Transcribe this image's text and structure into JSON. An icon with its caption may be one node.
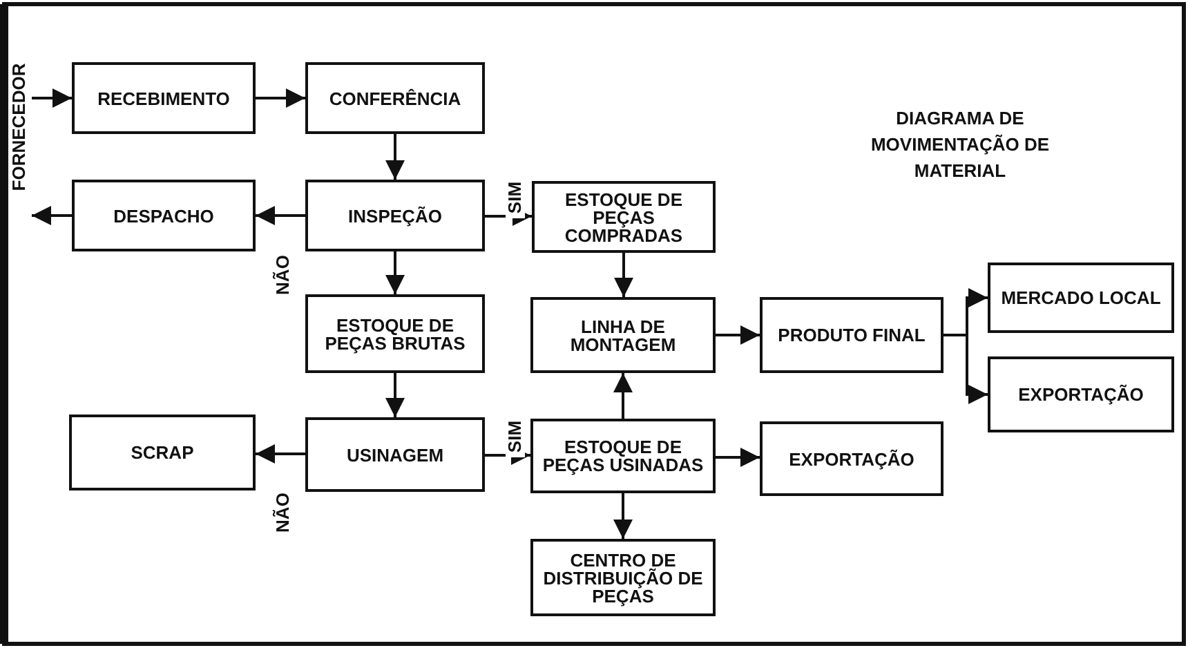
{
  "diagram": {
    "title": "DIAGRAMA DE MOVIMENTAÇÃO DE MATERIAL",
    "nodes": [
      {
        "text": [
          "FORNECEDOR"
        ]
      },
      {
        "text": [
          "RECEBIMENTO"
        ]
      },
      {
        "text": [
          "CONFERÊNCIA"
        ]
      },
      {
        "text": [
          "INSPEÇÃO"
        ]
      },
      {
        "text": [
          "DESPACHO"
        ]
      },
      {
        "text": [
          "ESTOQUE DE PEÇAS COMPRADAS"
        ]
      },
      {
        "text": [
          "ESTOQUE DE PEÇAS BRUTAS"
        ]
      },
      {
        "text": [
          "LINHA DE MONTAGEM"
        ]
      },
      {
        "text": [
          "PRODUTO FINAL"
        ]
      },
      {
        "text": [
          "MERCADO LOCAL"
        ]
      },
      {
        "text": [
          "EXPORTAÇÃO"
        ]
      },
      {
        "text": [
          "SCRAP"
        ]
      },
      {
        "text": [
          "USINAGEM"
        ]
      },
      {
        "text": [
          "ESTOQUE DE PEÇAS USINADAS"
        ]
      },
      {
        "text": [
          "EXPORTAÇÃO"
        ]
      },
      {
        "text": [
          "CENTRO DE DISTRIBUIÇÃO DE PEÇAS"
        ]
      }
    ],
    "edges": [
      {
        "from": 0,
        "to": 1,
        "arrow": "to"
      },
      {
        "from": 1,
        "to": 2,
        "arrow": "to"
      },
      {
        "from": 2,
        "to": 3,
        "arrow": "to"
      },
      {
        "from": 3,
        "to": 4,
        "arrow": "to",
        "label": "NÃO"
      },
      {
        "from": 4,
        "to": 0,
        "arrow": "to"
      },
      {
        "from": 3,
        "to": 5,
        "arrow": "to",
        "label": "SIM"
      },
      {
        "from": 3,
        "to": 6,
        "arrow": "to"
      },
      {
        "from": 5,
        "to": 7,
        "arrow": "to"
      },
      {
        "from": 6,
        "to": 12,
        "arrow": "to"
      },
      {
        "from": 12,
        "to": 11,
        "arrow": "to",
        "label": "NÃO"
      },
      {
        "from": 12,
        "to": 13,
        "arrow": "to",
        "label": "SIM"
      },
      {
        "from": 13,
        "to": 7,
        "arrow": "to"
      },
      {
        "from": 7,
        "to": 8,
        "arrow": "to"
      },
      {
        "from": 8,
        "to": 9,
        "arrow": "to"
      },
      {
        "from": 8,
        "to": 10,
        "arrow": "to"
      },
      {
        "from": 13,
        "to": 14,
        "arrow": "to"
      },
      {
        "from": 13,
        "to": 15,
        "arrow": "to"
      }
    ]
  }
}
